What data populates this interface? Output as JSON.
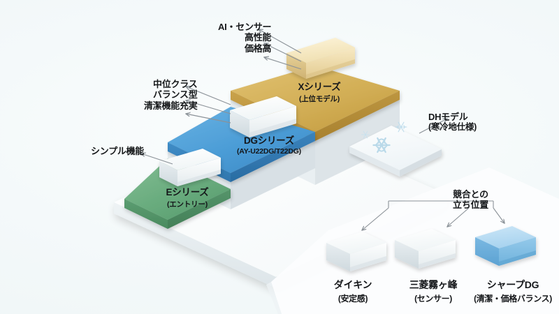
{
  "meta": {
    "kind": "isometric-product-lineup-diagram",
    "background_color": "#f2f8f9"
  },
  "callouts": {
    "x_series": {
      "lines": [
        "AI・センサー",
        "高性能",
        "価格高"
      ]
    },
    "dg_series": {
      "lines": [
        "中位クラス",
        "バランス型",
        "清潔機能充実"
      ]
    },
    "e_series": {
      "lines": [
        "シンプル機能"
      ]
    },
    "dh_model": {
      "title": "DHモデル",
      "subtitle": "(寒冷地仕様)"
    },
    "competition": {
      "lines": [
        "競合との",
        "立ち位置"
      ]
    }
  },
  "platforms": [
    {
      "id": "x",
      "name": "Xシリーズ",
      "sub": "(上位モデル)",
      "color_top": "#d5b35d",
      "color_side": "#c19b44",
      "tier": 3
    },
    {
      "id": "dg",
      "name": "DGシリーズ",
      "sub": "(AY-U22DG/T22DG)",
      "color_top": "#4fa0d8",
      "color_side": "#3b86c2",
      "tier": 2
    },
    {
      "id": "e",
      "name": "Eシリーズ",
      "sub": "(エントリー)",
      "color_top": "#6cae80",
      "color_side": "#57996c",
      "tier": 1
    }
  ],
  "snow_panel": {
    "snowflake_count": 3,
    "snowflake_color": "#b9d9e9"
  },
  "competitors": [
    {
      "id": "daikin",
      "name": "ダイキン",
      "sub": "(安定感)",
      "unit_color": "#ffffff",
      "highlight": false
    },
    {
      "id": "mitsubishi",
      "name": "三菱霧ヶ峰",
      "sub": "(センサー)",
      "unit_color": "#ffffff",
      "highlight": false
    },
    {
      "id": "sharp-dg",
      "name": "シャープDG",
      "sub": "(清潔・価格バランス)",
      "unit_color": "#7fc0e8",
      "highlight": true
    }
  ],
  "colors": {
    "text": "#16181a",
    "arrow": "#8b9298",
    "base_slab_top": "#fafcfc",
    "base_slab_side": "#dfe6ea",
    "unit_white_top": "#ffffff",
    "unit_white_side": "#e6ecef"
  }
}
